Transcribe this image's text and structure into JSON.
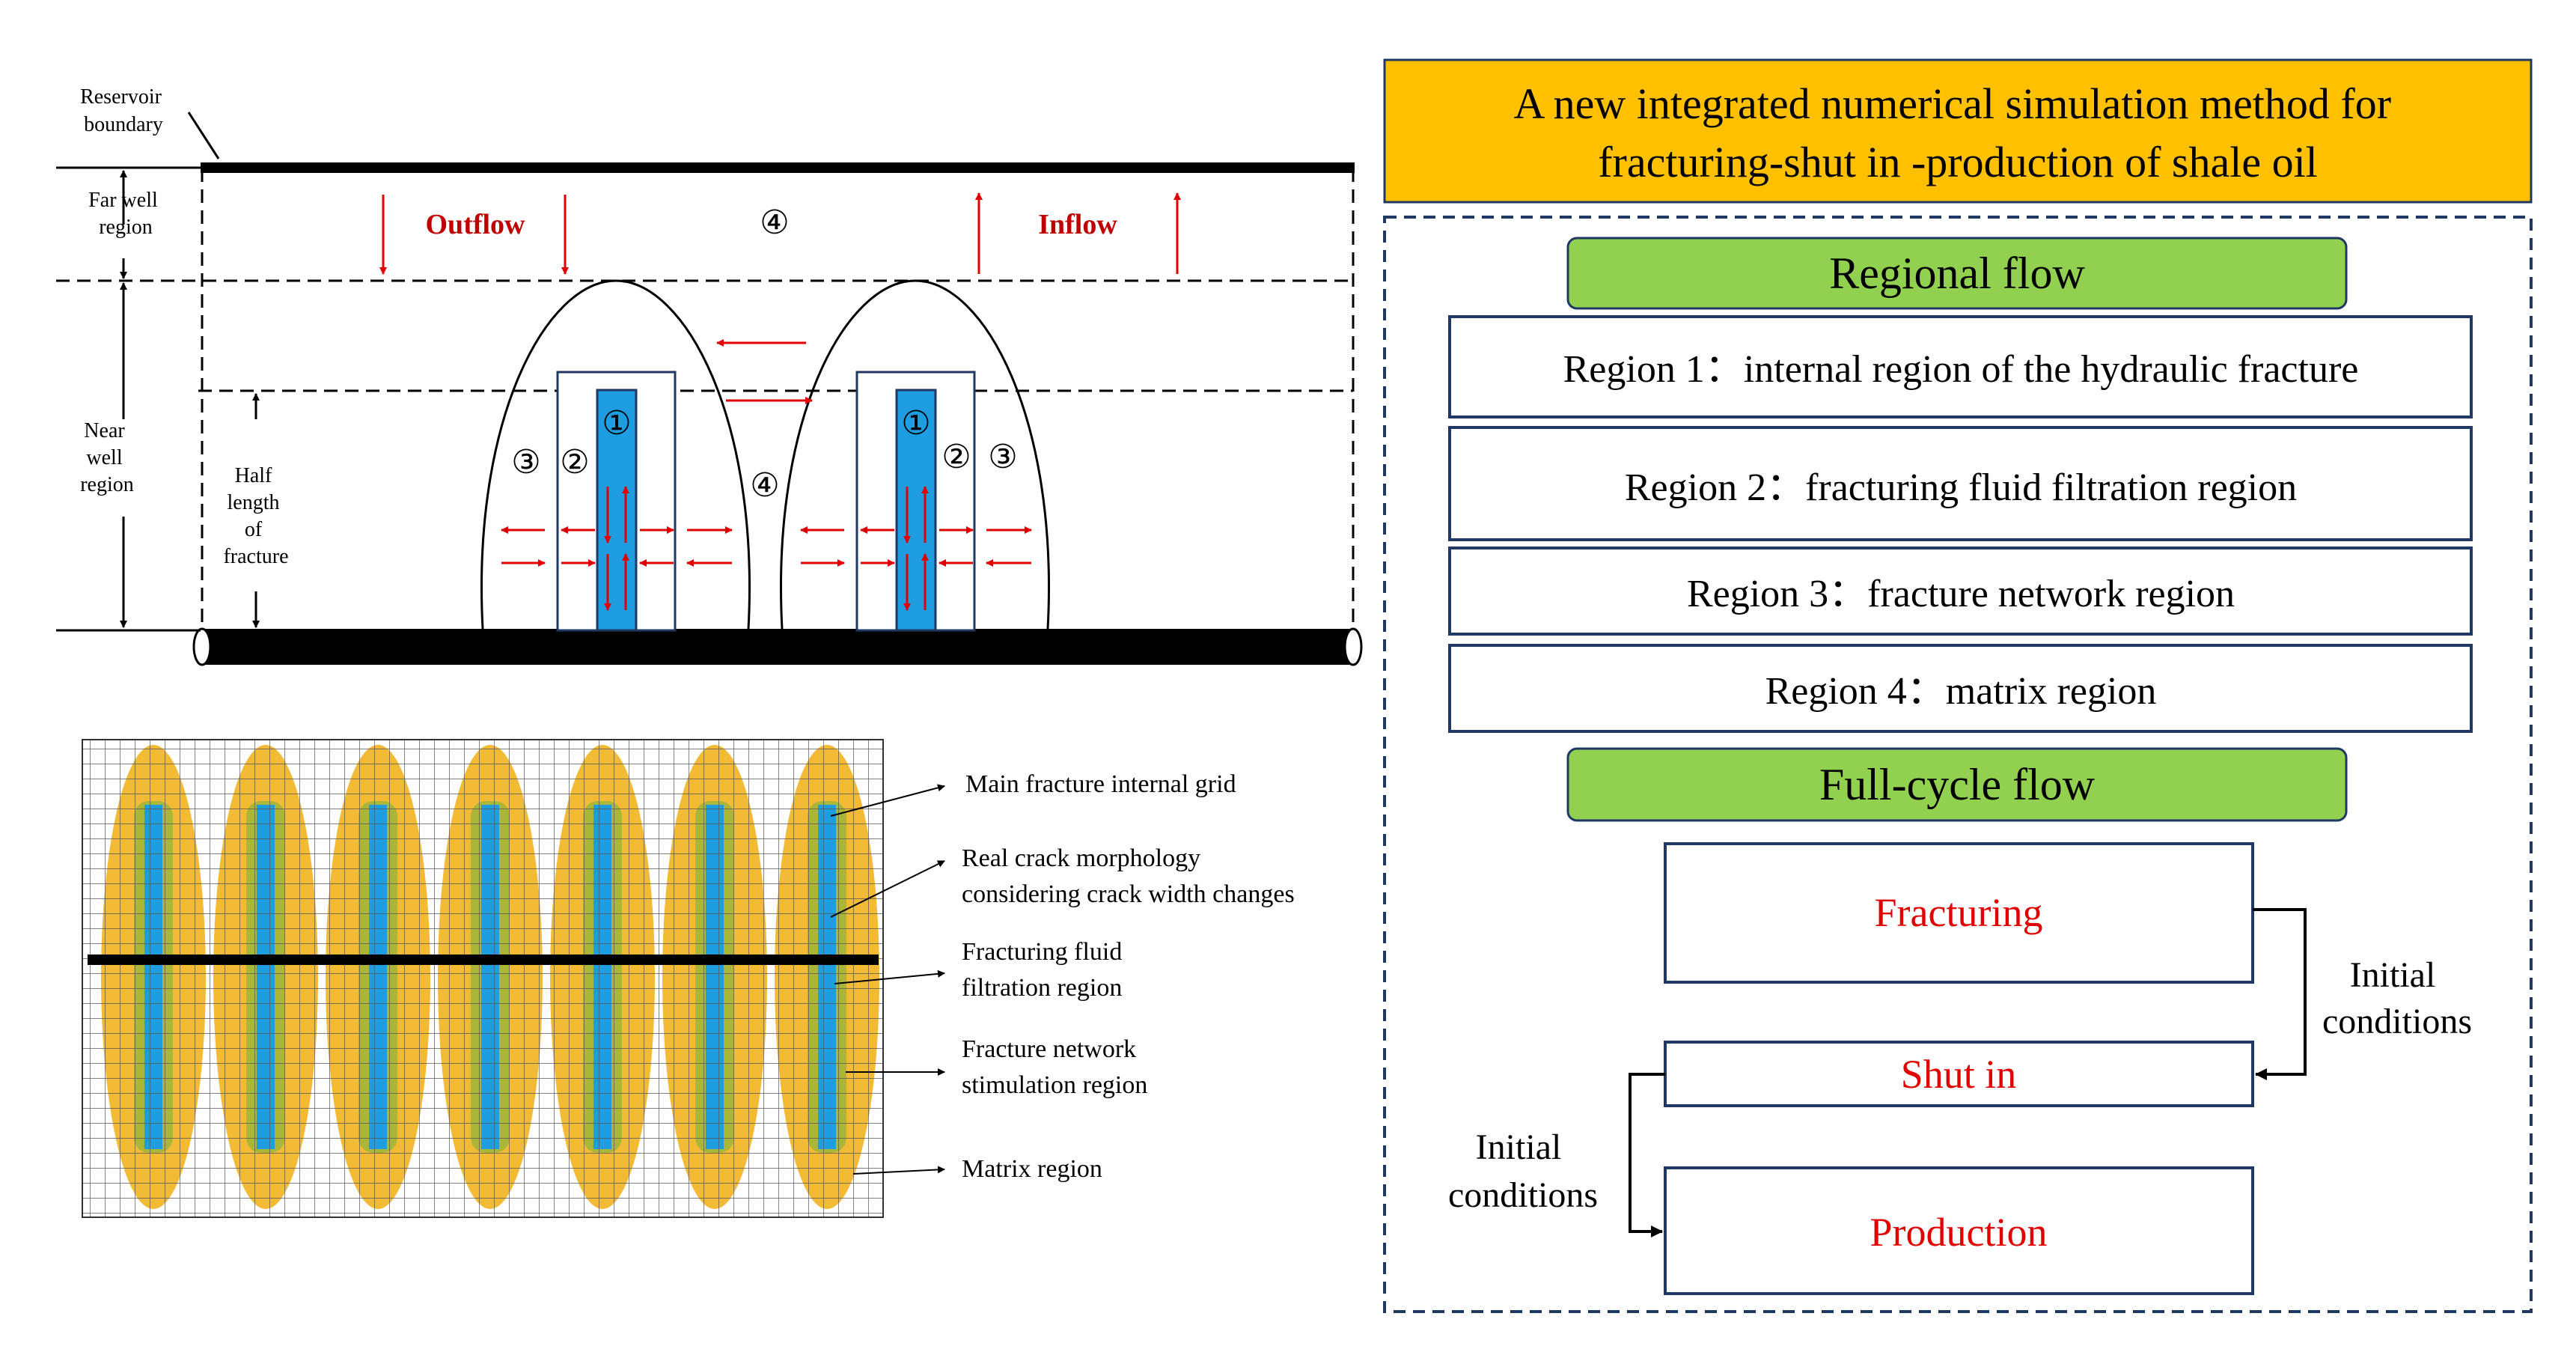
{
  "schematic": {
    "reservoir_boundary": [
      "Reservoir",
      "boundary"
    ],
    "far_well_region": [
      "Far well",
      "region"
    ],
    "near_well_region": [
      "Near",
      "well",
      "region"
    ],
    "half_length": [
      "Half",
      "length",
      "of",
      "fracture"
    ],
    "outflow": "Outflow",
    "inflow": "Inflow",
    "n1": "①",
    "n2": "②",
    "n3": "③",
    "n4": "④"
  },
  "grid_labels": {
    "main_fracture": "Main fracture internal grid",
    "real_crack": [
      "Real crack morphology",
      "considering crack width changes"
    ],
    "filtration": [
      "Fracturing fluid",
      "filtration region"
    ],
    "network": [
      "Fracture network",
      "stimulation region"
    ],
    "matrix": "Matrix region"
  },
  "right_panel": {
    "title": [
      "A new integrated numerical simulation method for",
      "fracturing-shut in -production of shale oil"
    ],
    "regional_flow": "Regional flow",
    "regions": [
      "Region 1：internal region of the hydraulic fracture",
      "Region 2：fracturing fluid filtration region",
      "Region 3：fracture network region",
      "Region 4：matrix region"
    ],
    "full_cycle_flow": "Full-cycle flow",
    "fracturing": "Fracturing",
    "shut_in": "Shut in",
    "production": "Production",
    "initial_conditions": [
      "Initial",
      "conditions"
    ]
  },
  "colors": {
    "title_bg": "#FFC000",
    "green_header": "#92D050",
    "fracture_blue": "#1E9EE0",
    "ellipse_orange": "#F2B21F",
    "filtration_green": "#9DB53A",
    "red": "#E00000",
    "dark_blue": "#1F3864"
  }
}
